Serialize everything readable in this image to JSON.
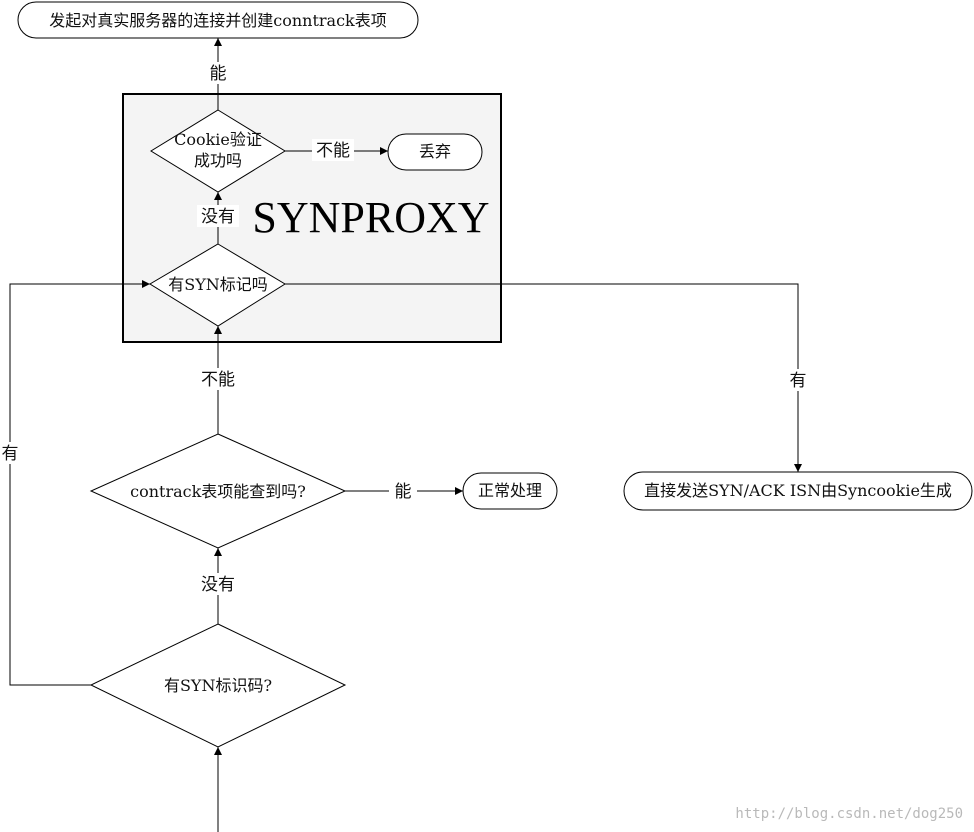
{
  "flowchart": {
    "start": "发起对真实服务器的连接并创建conntrack表项",
    "container_title": "SYNPROXY",
    "cookie_check_line1": "Cookie验证",
    "cookie_check_line2": "成功吗",
    "discard": "丢弃",
    "syn_mark_check": "有SYN标记吗",
    "conntrack_lookup": "contrack表项能查到吗?",
    "normal_process": "正常处理",
    "syn_flag_check": "有SYN标识码?",
    "send_synack": "直接发送SYN/ACK ISN由Syncookie生成"
  },
  "edges": {
    "cookie_yes": "能",
    "cookie_no": "不能",
    "mark_no": "没有",
    "mark_yes": "有",
    "lookup_no": "不能",
    "lookup_yes": "能",
    "flag_no": "没有",
    "flag_yes": "有"
  },
  "watermark": "http://blog.csdn.net/dog250"
}
